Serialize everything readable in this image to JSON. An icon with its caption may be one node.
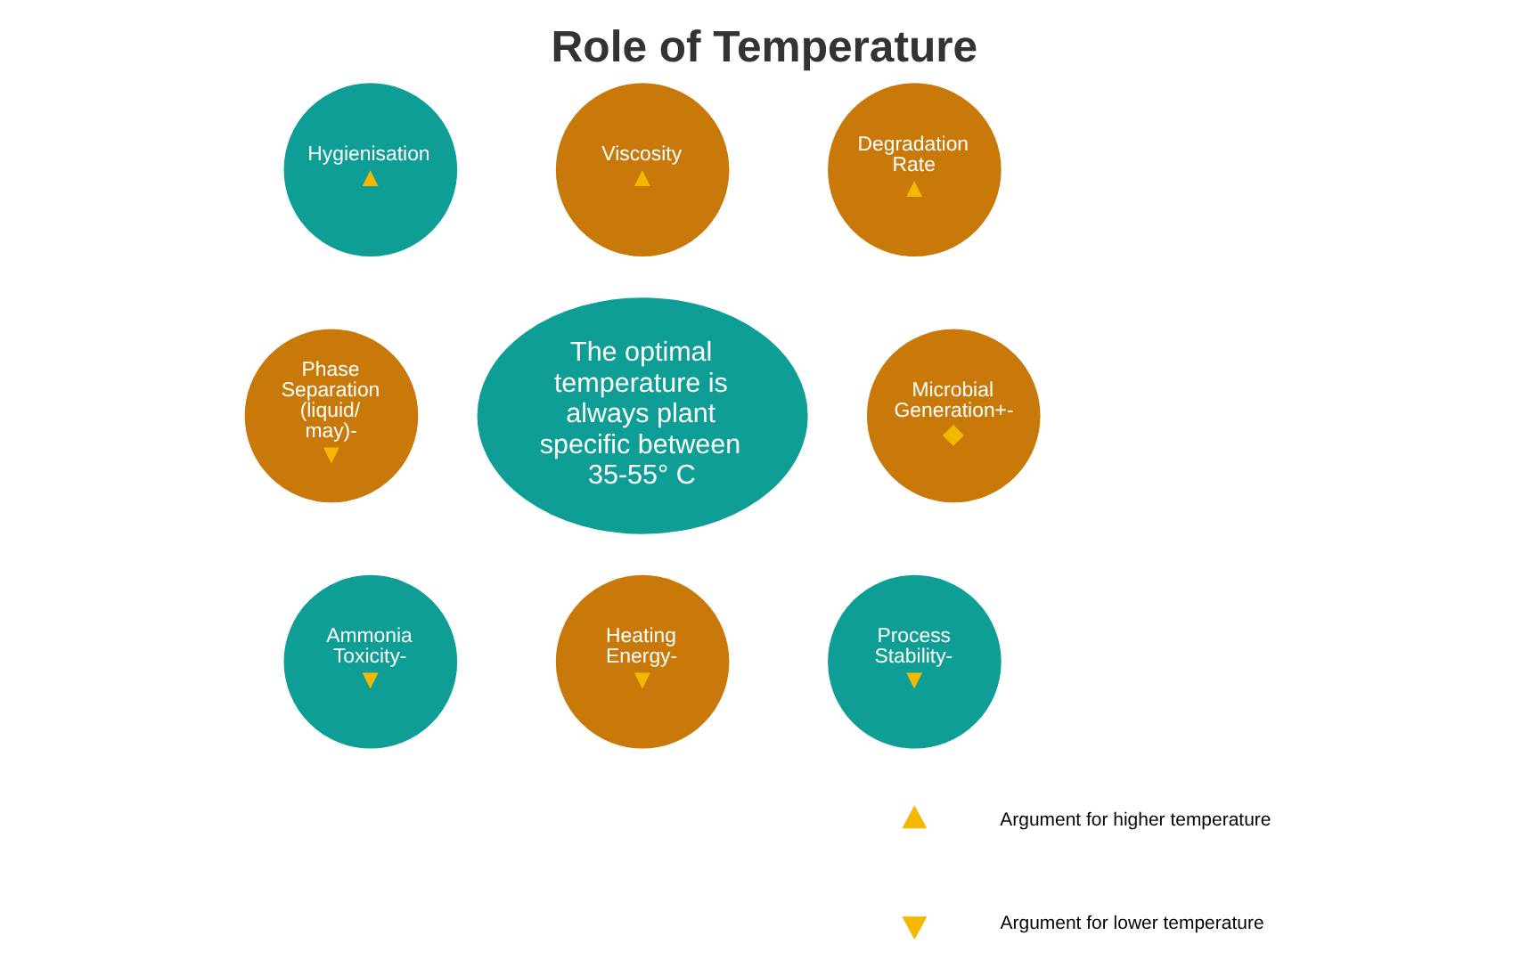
{
  "diagram": {
    "title": "Role of Temperature",
    "nodes": [
      {
        "text": [
          "Viscosity",
          "▲"
        ]
      },
      {
        "text": [
          "Hygienisation",
          "▲"
        ]
      },
      {
        "text": [
          "Degradation Rate",
          "▲"
        ]
      },
      {
        "text": [
          "Phase Separation (liquid/ may)-",
          "▼"
        ]
      },
      {
        "text": [
          "The optimal temperature is always plant specific between 35-55° C"
        ]
      },
      {
        "text": [
          "Microbial Generation+-",
          "◆"
        ]
      },
      {
        "text": [
          "Ammonia Toxicity-",
          "▼"
        ]
      },
      {
        "text": [
          "Process Stability-",
          "▼"
        ]
      },
      {
        "text": [
          "Heating Energy-",
          "▼"
        ]
      }
    ],
    "edges": [],
    "legend": [
      {
        "text": "Argument for higher temperature"
      },
      {
        "text": "Argument for lower temperature"
      }
    ]
  }
}
